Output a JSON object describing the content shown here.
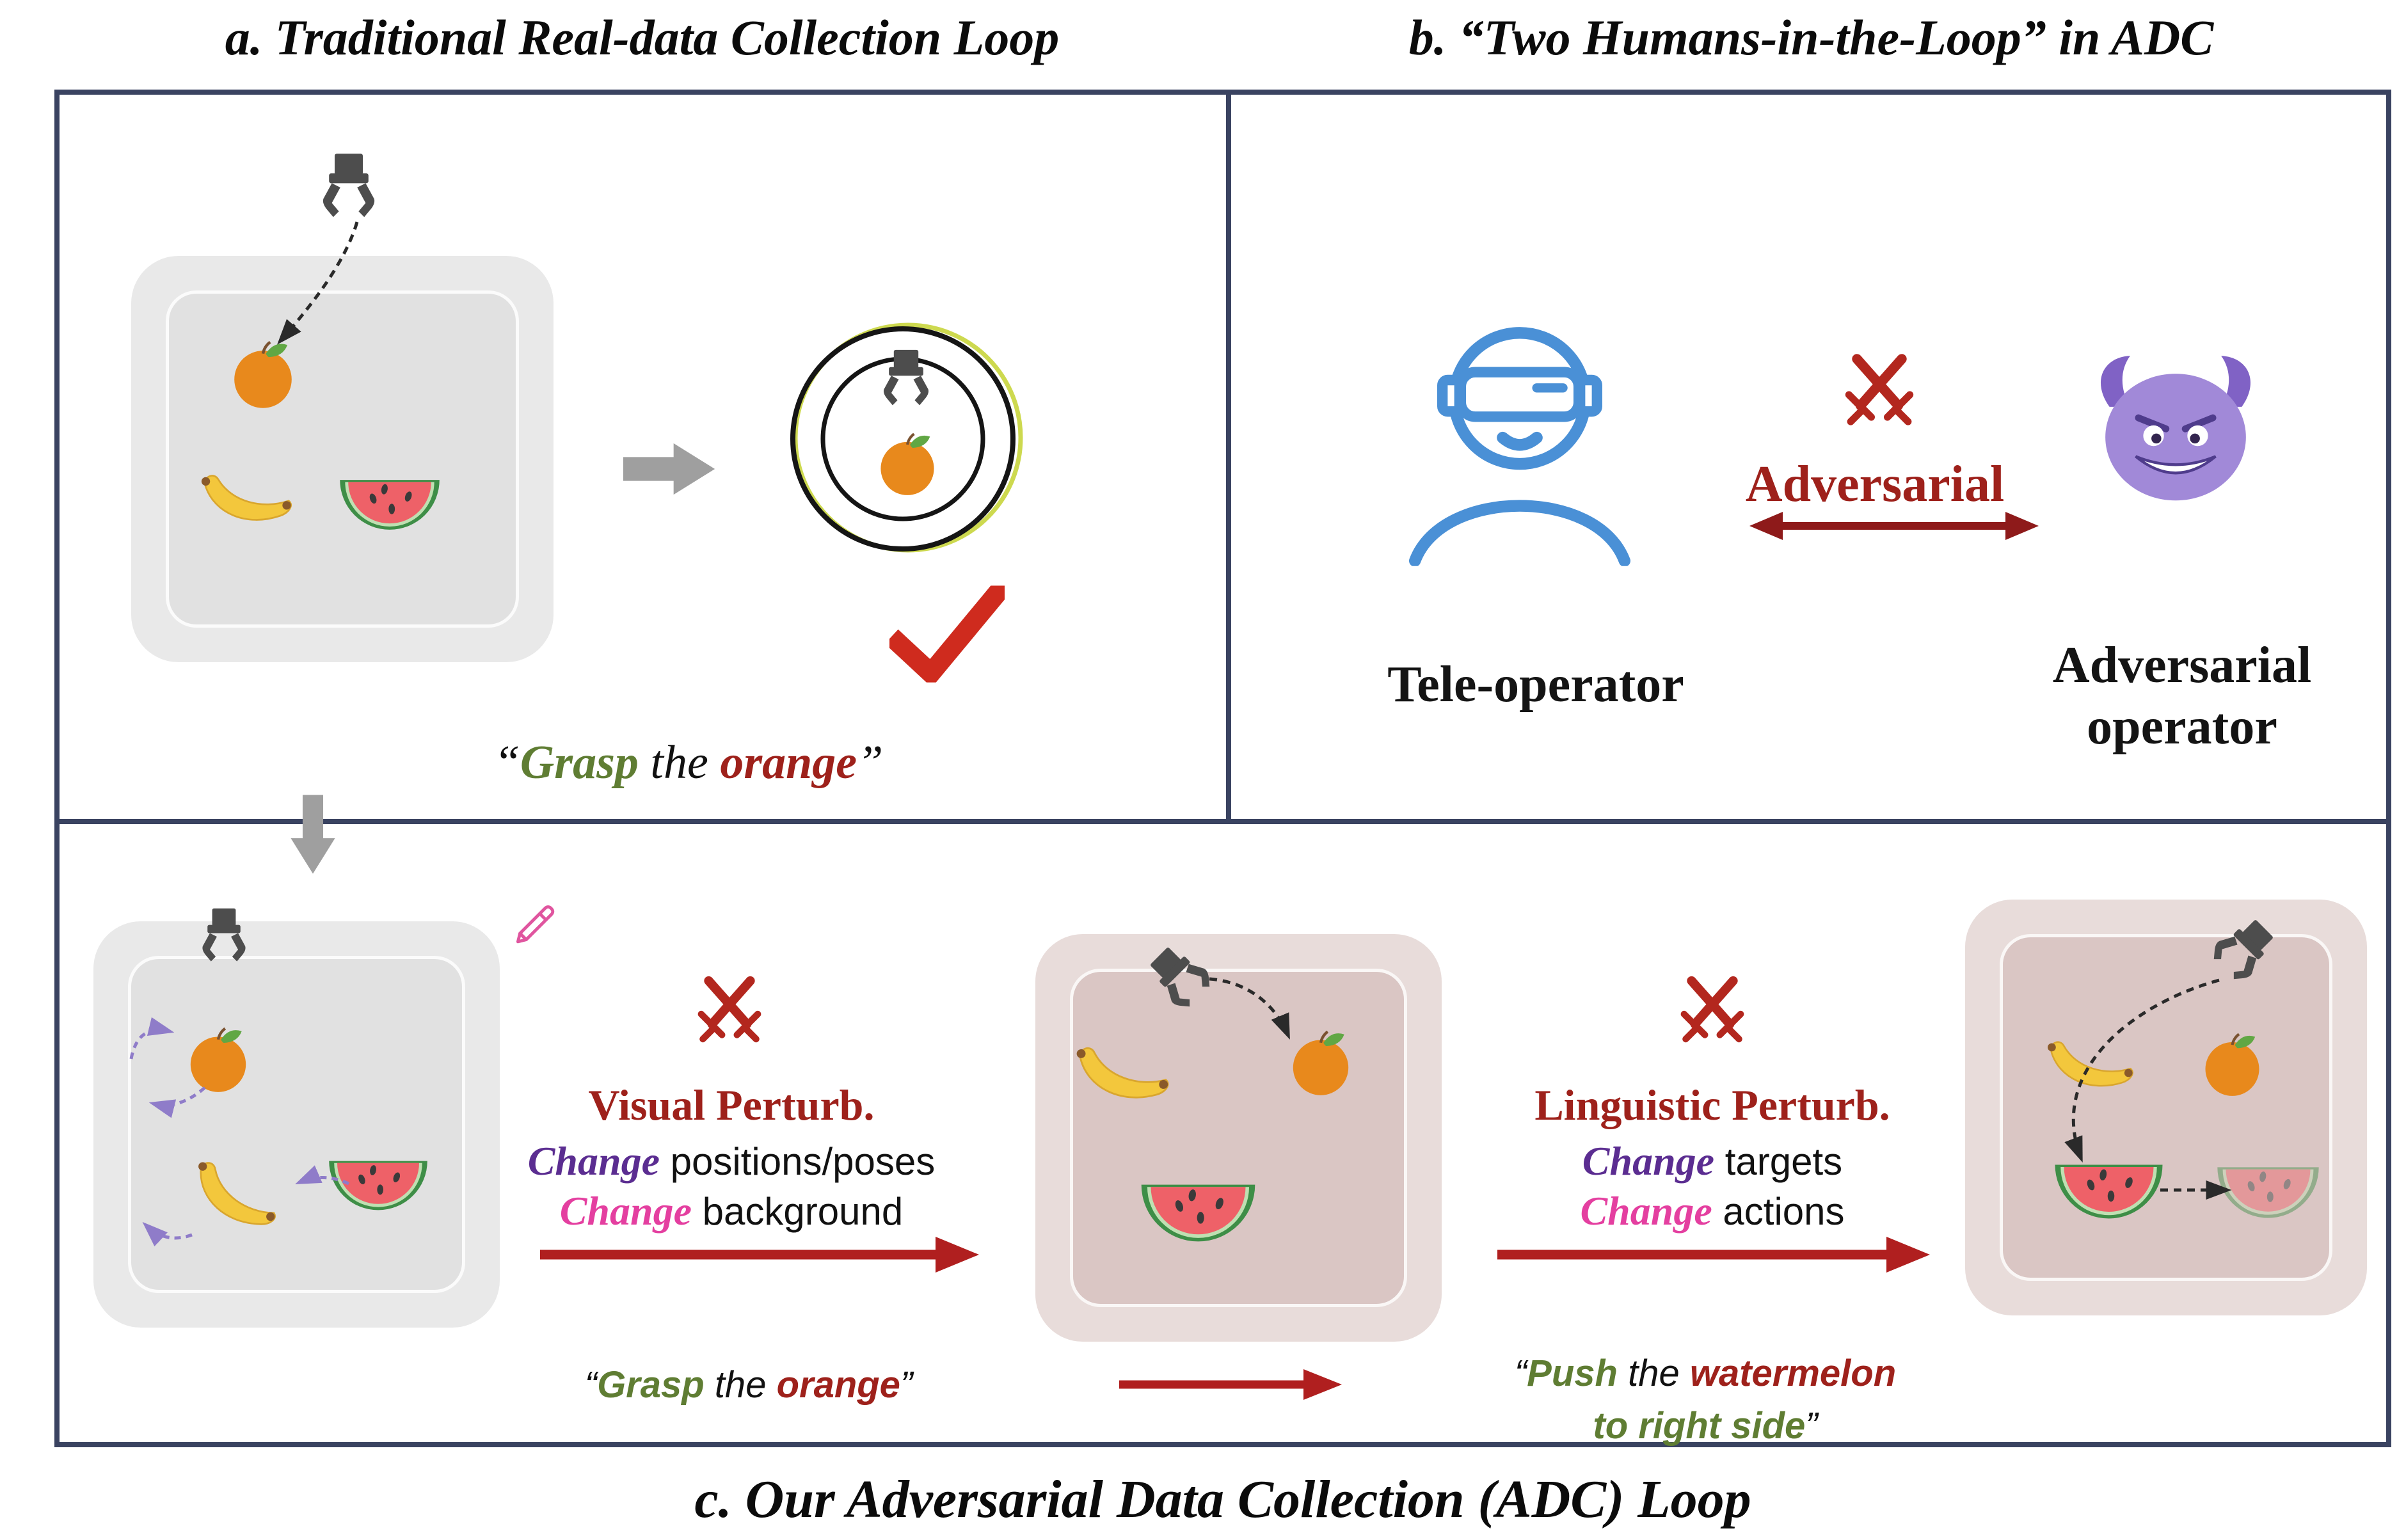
{
  "colors": {
    "frame": "#3a4361",
    "green": "#5f7d33",
    "maroon": "#9e211b",
    "red": "#b01f1f",
    "darkred": "#8e1a1a",
    "purple": "#5b2d91",
    "magenta": "#e43fa0",
    "blue": "#4a90d6"
  },
  "icons": {
    "gripper": "robot-gripper-claw",
    "orange": "orange-fruit",
    "banana": "banana-fruit",
    "watermelon": "watermelon-slice",
    "checkmark": "red-checkmark",
    "crossed_swords": "adversarial-crossed-swords",
    "vr_person": "teleoperator-vr-headset",
    "devil": "adversarial-devil-face",
    "pencil": "edit-pencil"
  },
  "panel_a": {
    "title": "a. Traditional Real-data Collection Loop",
    "caption": {
      "open": "“",
      "verb": "Grasp",
      "mid": " the ",
      "object": "orange",
      "close": "”"
    }
  },
  "panel_b": {
    "title": "b. “Two Humans-in-the-Loop” in ADC",
    "adversarial_label": "Adversarial",
    "teleoperator_label": "Tele-operator",
    "adversarial_operator_line1": "Adversarial",
    "adversarial_operator_line2": "operator"
  },
  "panel_c": {
    "title": "c. Our Adversarial Data Collection (ADC) Loop",
    "visual_perturb": {
      "title": "Visual Perturb.",
      "line1_kw": "Change",
      "line1_rest": " positions/poses",
      "line2_kw": "Change",
      "line2_rest": " background"
    },
    "linguistic_perturb": {
      "title": "Linguistic Perturb.",
      "line1_kw": "Change",
      "line1_rest": " targets",
      "line2_kw": "Change",
      "line2_rest": " actions"
    },
    "caption_grasp": {
      "open": "“",
      "verb": "Grasp",
      "mid": " the ",
      "object": "orange",
      "close": "”"
    },
    "caption_push": {
      "open": "“",
      "verb": "Push",
      "mid": " the ",
      "object": "watermelon",
      "line2": "to right side",
      "close": "”"
    }
  }
}
